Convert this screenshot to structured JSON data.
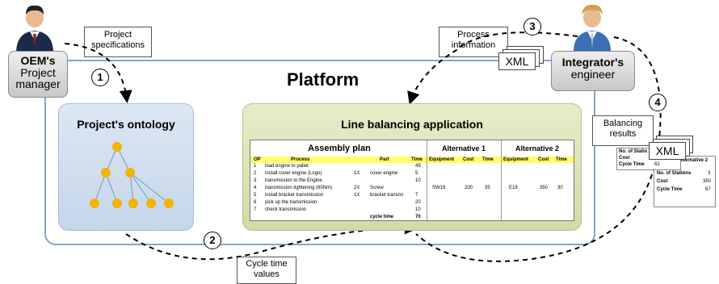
{
  "platform": {
    "title": "Platform"
  },
  "roles": {
    "oem": {
      "bold": "OEM's",
      "line1": "Project",
      "line2": "manager"
    },
    "integrator": {
      "bold": "Integrator's",
      "line1": "engineer"
    }
  },
  "callouts": {
    "project_specifications": {
      "line1": "Project",
      "line2": "specifications"
    },
    "process_information": {
      "line1": "Process",
      "line2": "information"
    },
    "balancing_results": {
      "line1": "Balancing",
      "line2": "results"
    },
    "cycle_time_values": {
      "line1": "Cycle time",
      "line2": "values"
    }
  },
  "steps": [
    "1",
    "2",
    "3",
    "4"
  ],
  "xml_label": "XML",
  "ontology": {
    "title": "Project's ontology"
  },
  "application": {
    "title": "Line balancing application",
    "assembly_plan": {
      "title": "Assembly plan",
      "headers": [
        "OP",
        "Process",
        "Part",
        "Time"
      ],
      "rows": [
        [
          "1",
          "load engine to pallet",
          "",
          "",
          "49"
        ],
        [
          "2",
          "install cover engine (Logo)",
          "1X",
          "cover engine",
          "5"
        ],
        [
          "3",
          "transmission to the Engine",
          "",
          "",
          "10"
        ],
        [
          "4",
          "transmission tightening (60Nm)",
          "2X",
          "Screw",
          ""
        ],
        [
          "5",
          "install bracket transmission",
          "1X",
          "bracket transmi",
          "7"
        ],
        [
          "6",
          "pick up the transmission",
          "",
          "",
          "20"
        ],
        [
          "7",
          "check transmission",
          "",
          "",
          "10"
        ]
      ],
      "footer_label": "cycle time",
      "footer_value": "70"
    },
    "alternative_1": {
      "title": "Alternative 1",
      "headers": [
        "Equipment",
        "Cost",
        "Time"
      ],
      "row": [
        "SW19",
        "200",
        "35"
      ]
    },
    "alternative_2": {
      "title": "Alternative 2",
      "headers": [
        "Equipment",
        "Cost",
        "Time"
      ],
      "row": [
        "E18",
        "350",
        "30"
      ]
    }
  },
  "results_sheets": {
    "sheet1": {
      "rows": [
        [
          "No. of Statio",
          ""
        ],
        [
          "Cost",
          ""
        ],
        [
          "Cycle Time",
          "62"
        ]
      ]
    },
    "sheet2": {
      "title": "Alternative 2",
      "rows": [
        [
          "No. of Stations",
          "3"
        ],
        [
          "Cost",
          "350"
        ],
        [
          "Cycle Time",
          "67"
        ]
      ]
    }
  },
  "colors": {
    "platform_border": "#7fa5d1",
    "ontology_bg": "#c5d6ea",
    "application_bg": "#cfdca6",
    "header_yellow": "#ffff66",
    "node_orange": "#f2b400",
    "edge_blue": "#6f97c8"
  }
}
